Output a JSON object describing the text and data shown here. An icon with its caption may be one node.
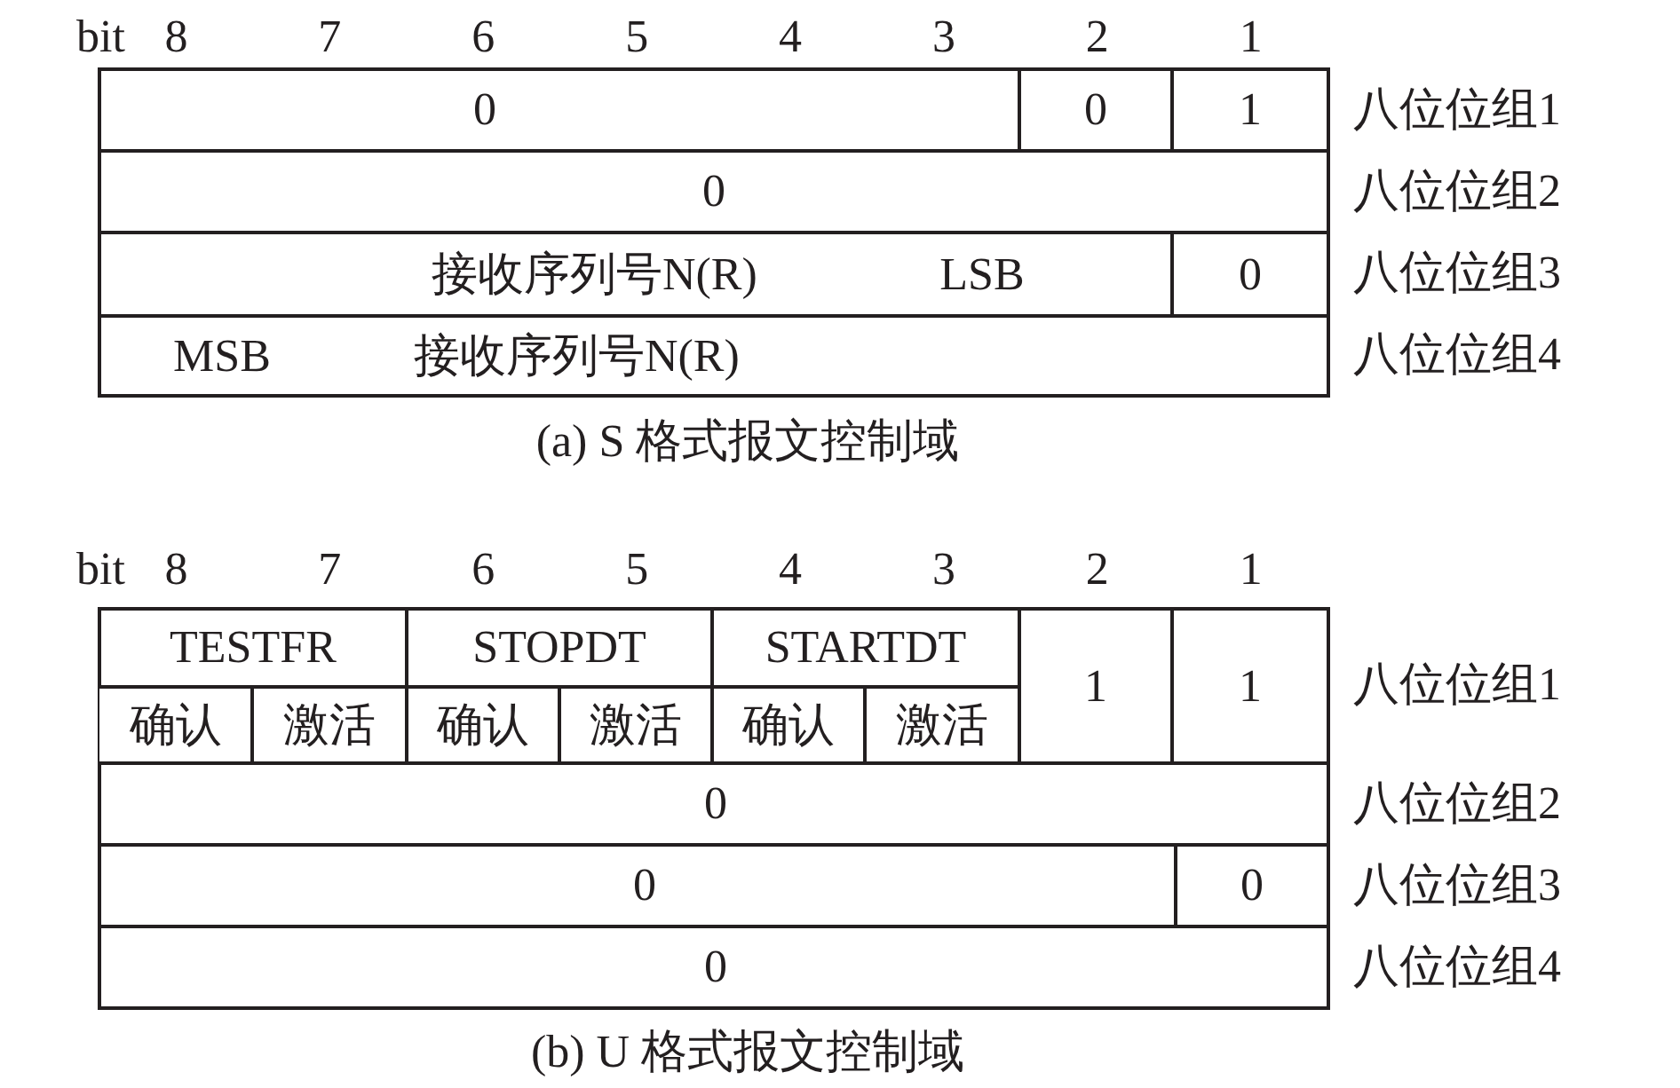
{
  "diagram": {
    "labels": [
      "bit",
      "8",
      "7",
      "6",
      "5",
      "4",
      "3",
      "2",
      "1",
      "0",
      "0",
      "1",
      "八位位组1",
      "0",
      "八位位组2",
      "接收序列号N(R)",
      "LSB",
      "0",
      "八位位组3",
      "MSB",
      "接收序列号N(R)",
      "八位位组4",
      "(a) S 格式报文控制域",
      "bit",
      "8",
      "7",
      "6",
      "5",
      "4",
      "3",
      "2",
      "1",
      "TESTFR",
      "STOPDT",
      "STARTDT",
      "1",
      "1",
      "八位位组1",
      "确认",
      "激活",
      "确认",
      "激活",
      "确认",
      "激活",
      "0",
      "八位位组2",
      "0",
      "0",
      "八位位组3",
      "0",
      "八位位组4",
      "(b) U 格式报文控制域"
    ]
  }
}
